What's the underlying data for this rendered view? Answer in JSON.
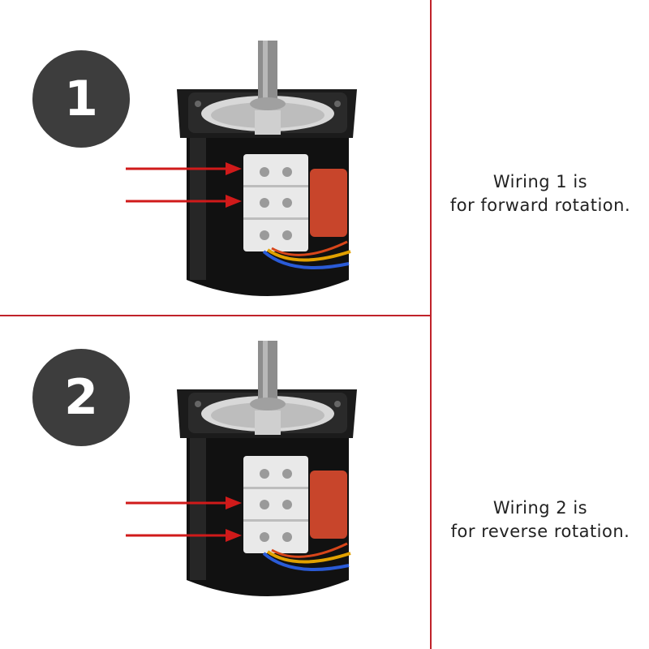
{
  "panels": [
    {
      "number": "1",
      "caption_line1": "Wiring 1 is",
      "caption_line2": "for forward rotation."
    },
    {
      "number": "2",
      "caption_line1": "Wiring 2 is",
      "caption_line2": "for reverse rotation."
    }
  ],
  "colors": {
    "divider": "#c0222a",
    "badge": "#3d3d3d",
    "arrow": "#d01a1a",
    "motor_body": "#111111",
    "capacitor": "#c8452b"
  },
  "icons": [
    "motor-image",
    "arrow-right-icon"
  ]
}
